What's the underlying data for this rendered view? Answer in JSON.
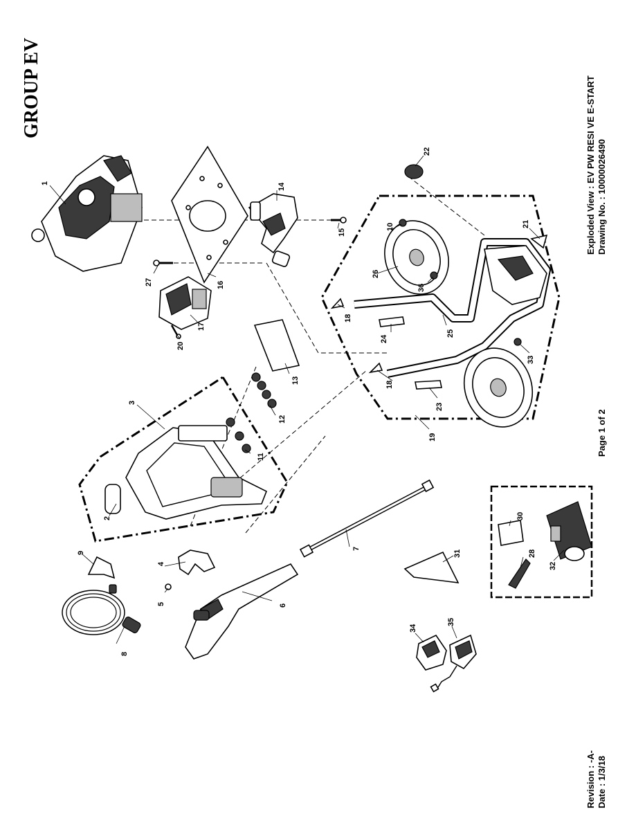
{
  "header": {
    "group_title": "GROUP EV"
  },
  "title_block": {
    "view_title": "Exploded View : EV PW RESI VE E-START",
    "drawing_no": "Drawing No. : 10000026490"
  },
  "footer": {
    "page": "Page 1 of 2",
    "revision": "Revision : -A-",
    "date": "Date : 1/3/18"
  },
  "callouts": [
    "1",
    "2",
    "3",
    "4",
    "5",
    "6",
    "7",
    "8",
    "9",
    "10",
    "11",
    "12",
    "13",
    "14",
    "15",
    "16",
    "17",
    "18",
    "18",
    "19",
    "20",
    "21",
    "22",
    "23",
    "24",
    "25",
    "26",
    "27",
    "28",
    "30",
    "31",
    "32",
    "33",
    "34",
    "35",
    "36"
  ],
  "colors": {
    "ink": "#000000",
    "paper": "#ffffff",
    "shade": "#3a3a3a"
  }
}
